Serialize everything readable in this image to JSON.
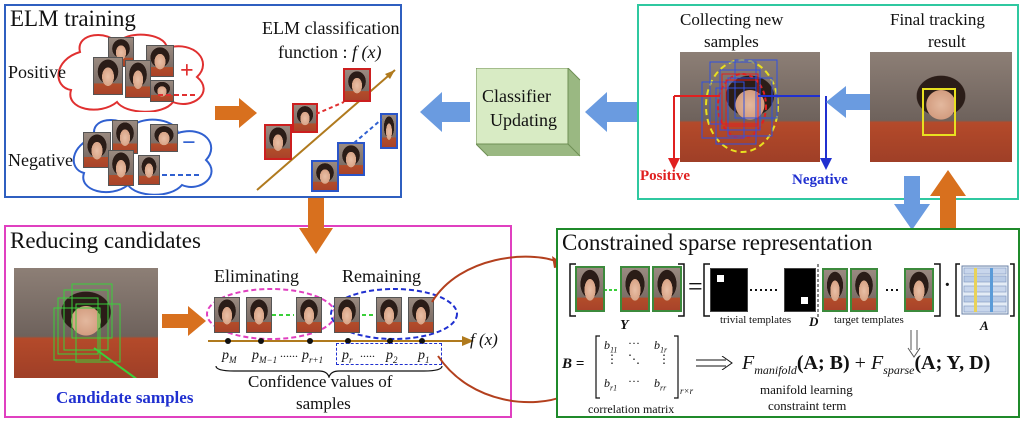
{
  "elm_training": {
    "title": "ELM training",
    "positive_label": "Positive",
    "negative_label": "Negative",
    "plus_sign": "+",
    "minus_sign": "−",
    "function_line1": "ELM classification",
    "function_line2": "function : ",
    "function_symbol": "f (x)"
  },
  "classifier": {
    "line1": "Classifier",
    "line2": "Updating"
  },
  "collecting": {
    "title_line1": "Collecting new",
    "title_line2": "samples",
    "final_line1": "Final tracking",
    "final_line2": "result",
    "positive_label": "Positive",
    "negative_label": "Negative"
  },
  "reducing": {
    "title": "Reducing candidates",
    "eliminating": "Eliminating",
    "remaining": "Remaining",
    "fx": "f (x)",
    "p_labels": [
      "p",
      "p",
      "p",
      "p",
      "p",
      "p"
    ],
    "p_subs": [
      "M",
      "M−1",
      "r+1",
      "r",
      "2",
      "1"
    ],
    "confidence_line1": "Confidence values of",
    "confidence_line2": "samples",
    "candidate_samples": "Candidate samples"
  },
  "sparse": {
    "title": "Constrained sparse representation",
    "Y": "Y",
    "D": "D",
    "A": "A",
    "trivial": "trivial templates",
    "target": "target templates",
    "B_label": "B",
    "b11": "b",
    "b11_sub": "11",
    "b1r": "b",
    "b1r_sub": "1r",
    "br1": "b",
    "br1_sub": "r1",
    "brr": "b",
    "brr_sub": "rr",
    "rxr": "r×r",
    "correlation": "correlation matrix",
    "f_manifold": "F",
    "f_manifold_sub": "manifold",
    "f_manifold_args": "(A; B)",
    "plus": "+",
    "f_sparse": "F",
    "f_sparse_sub": "sparse",
    "f_sparse_args": "(A; Y, D)",
    "manifold_line1": "manifold learning",
    "manifold_line2": "constraint term"
  },
  "colors": {
    "blue_border": "#2f5fc0",
    "teal_border": "#2fc8a0",
    "magenta_border": "#e040c0",
    "green_border": "#1f8a2a",
    "orange_arrow": "#d8701e",
    "blue_arrow": "#6a9be0",
    "brown_arrow": "#b3401e"
  }
}
